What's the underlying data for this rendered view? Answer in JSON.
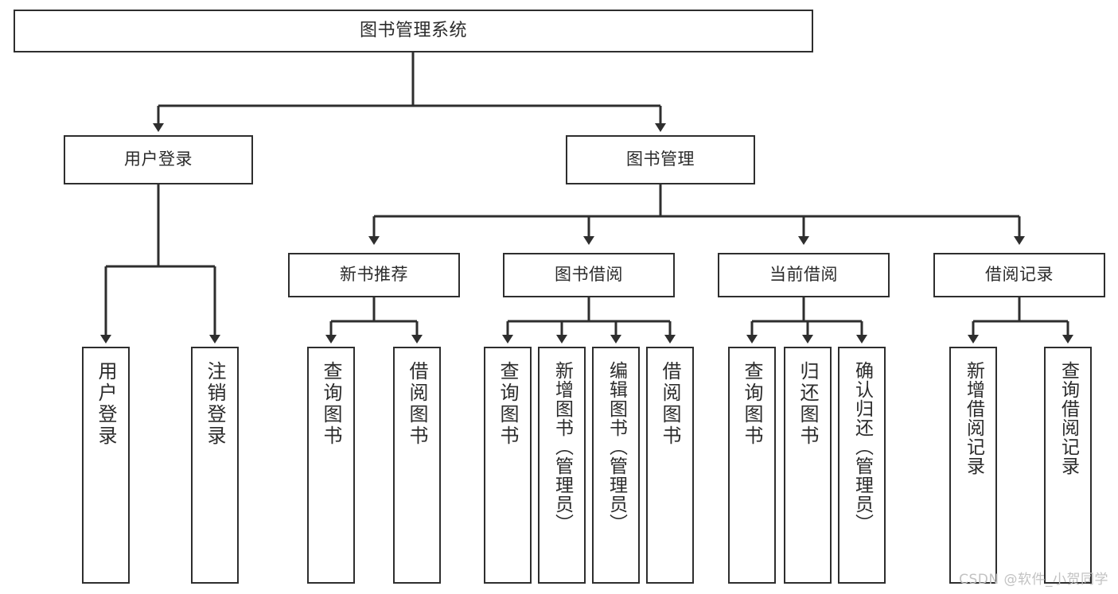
{
  "diagram": {
    "title": "图书管理系统",
    "type": "hierarchy-tree",
    "watermark": "CSDN @软件_小贺同学",
    "colors": {
      "stroke": "#2e2e2e",
      "background": "#ffffff",
      "text": "#2b2b2b",
      "watermark": "#c2c2c2"
    },
    "nodes": {
      "root": {
        "label": "图书管理系统"
      },
      "level1": [
        {
          "label": "用户登录"
        },
        {
          "label": "图书管理"
        }
      ],
      "level2": [
        {
          "label": "新书推荐"
        },
        {
          "label": "图书借阅"
        },
        {
          "label": "当前借阅"
        },
        {
          "label": "借阅记录"
        }
      ],
      "leaves": {
        "user_login": [
          {
            "label": "用户登录"
          },
          {
            "label": "注销登录"
          }
        ],
        "new_book_recommend": [
          {
            "label": "查询图书"
          },
          {
            "label": "借阅图书"
          }
        ],
        "book_borrow": [
          {
            "label": "查询图书"
          },
          {
            "label": "新增图书（管理员）"
          },
          {
            "label": "编辑图书（管理员）"
          },
          {
            "label": "借阅图书"
          }
        ],
        "current_borrow": [
          {
            "label": "查询图书"
          },
          {
            "label": "归还图书"
          },
          {
            "label": "确认归还（管理员）"
          }
        ],
        "borrow_record": [
          {
            "label": "新增借阅记录"
          },
          {
            "label": "查询借阅记录"
          }
        ]
      }
    }
  }
}
